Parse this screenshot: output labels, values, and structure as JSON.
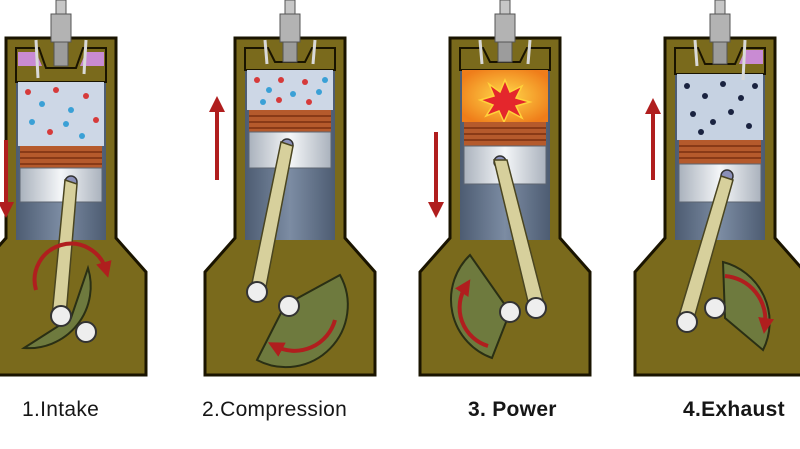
{
  "colors": {
    "block": "#7a6a1c",
    "block_edge": "#1a1400",
    "cylinder": "#5e6f86",
    "piston": "#dfe3e8",
    "crank": "#6e7a3e",
    "rod": "#d7d09c",
    "arrow": "#b01e1e",
    "valve_port": "#c98bd3",
    "combustion": "#f29a22"
  },
  "icons": {
    "spark_plug": "spark-plug-icon",
    "explosion": "explosion-icon",
    "motion_arrow": "arrow-icon",
    "rotation_arrow": "curved-arrow-icon"
  },
  "strokes": [
    {
      "id": "intake",
      "label": "1.Intake",
      "piston_motion": "down",
      "chamber": "fuel-air",
      "bold": false
    },
    {
      "id": "compression",
      "label": "2.Compression",
      "piston_motion": "up",
      "chamber": "fuel-air",
      "bold": false
    },
    {
      "id": "power",
      "label": "3. Power",
      "piston_motion": "down",
      "chamber": "combustion",
      "bold": true
    },
    {
      "id": "exhaust",
      "label": "4.Exhaust",
      "piston_motion": "up",
      "chamber": "exhaust-gas",
      "bold": true
    }
  ]
}
